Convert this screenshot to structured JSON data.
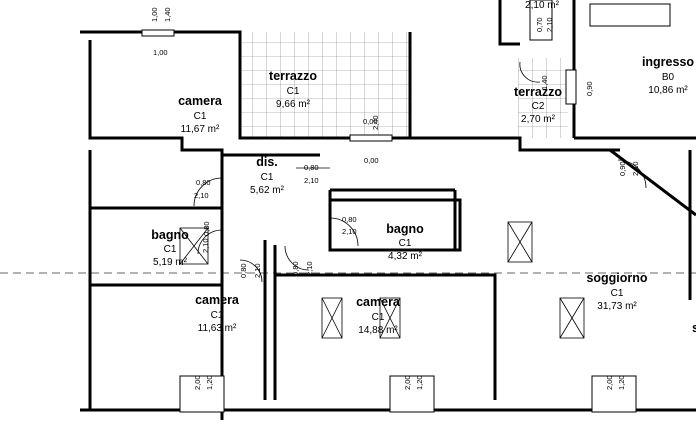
{
  "rooms": [
    {
      "id": "camera-1",
      "name": "camera",
      "cls": "C1",
      "area": "11,67 m²"
    },
    {
      "id": "terrazzo-1",
      "name": "terrazzo",
      "cls": "C1",
      "area": "9,66 m²"
    },
    {
      "id": "terrazzo-2",
      "name": "terrazzo",
      "cls": "C2",
      "area": "2,70 m²"
    },
    {
      "id": "ingresso",
      "name": "ingresso",
      "cls": "B0",
      "area": "10,86 m²"
    },
    {
      "id": "dis",
      "name": "dis.",
      "cls": "C1",
      "area": "5,62 m²"
    },
    {
      "id": "bagno-1",
      "name": "bagno",
      "cls": "C1",
      "area": "5,19 m²"
    },
    {
      "id": "bagno-2",
      "name": "bagno",
      "cls": "C1",
      "area": "4,32 m²"
    },
    {
      "id": "camera-2",
      "name": "camera",
      "cls": "C1",
      "area": "11,63 m²"
    },
    {
      "id": "camera-3",
      "name": "camera",
      "cls": "C1",
      "area": "14,88 m²"
    },
    {
      "id": "soggiorno",
      "name": "soggiorno",
      "cls": "C1",
      "area": "31,73 m²"
    }
  ],
  "top_label": {
    "area": "2,10 m²"
  },
  "edge_letter": "s",
  "dimensions": {
    "d100a": "1,00",
    "d140": "1,40",
    "d100b": "1,00",
    "d240": "2,40",
    "d080_dis": "0,80",
    "d210_dis": "2,10",
    "d080_l": "0,80",
    "d210_l": "2,10",
    "d080_b1": "0,80",
    "d210_b1": "2,10",
    "d080_b2": "0,80",
    "d210_b2": "2,10",
    "d080_c2": "0,80",
    "d210_c2": "2,10",
    "d080_c3": "0,80",
    "d210_c3": "2,10",
    "d090_ing": "0,90",
    "d210_ing": "2,10",
    "d090_tr": "0,90",
    "d000": "0,00",
    "d000b": "0,00",
    "d070": "0,70",
    "d210_t": "2,10",
    "d140_t2": "1,40",
    "d200_a": "2,00",
    "d120_a": "1,20",
    "d200_b": "2,00",
    "d120_b": "1,20",
    "d200_c": "2,00",
    "d120_c": "1,20"
  }
}
